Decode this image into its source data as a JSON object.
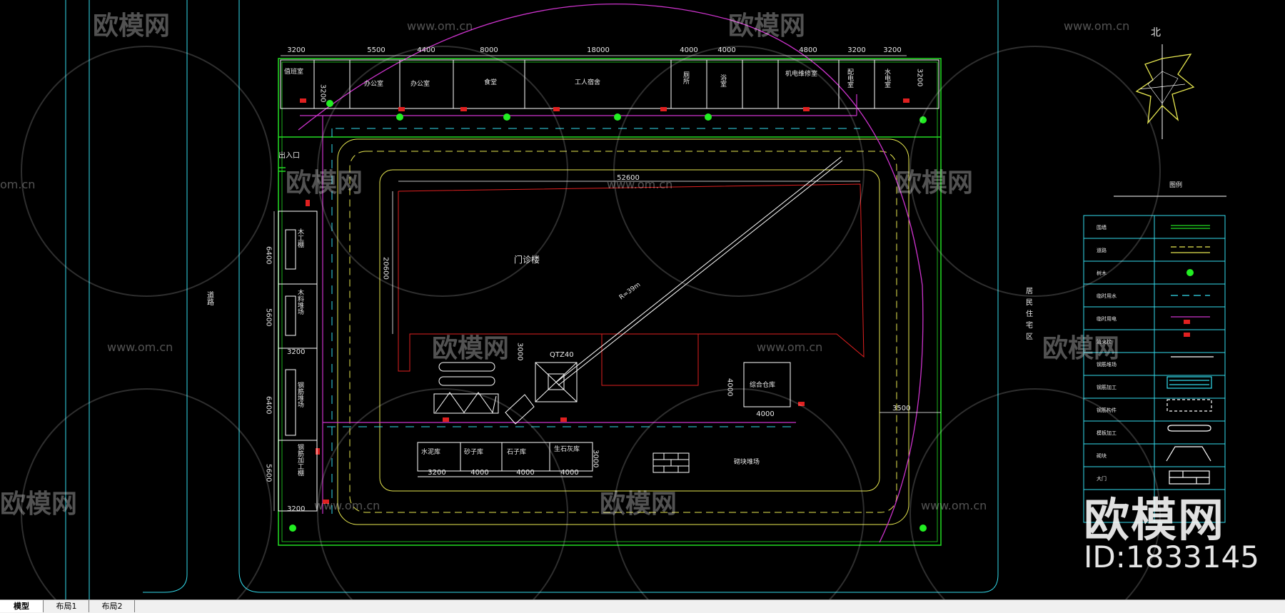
{
  "watermark": {
    "brand": "欧模网",
    "site": "www.om.cn",
    "site_short": "om.cn",
    "id_text": "ID:1833145"
  },
  "dims_top": [
    "3200",
    "5500",
    "4400",
    "8000",
    "18000",
    "4000",
    "4000",
    "4800",
    "3200",
    "3200"
  ],
  "dims_side": [
    "3200",
    "3200"
  ],
  "dims_left": [
    "6400",
    "5600",
    "6400",
    "5600"
  ],
  "dims_left_small": [
    "3200",
    "3200"
  ],
  "top_rooms": [
    "值班室",
    "办公室",
    "办公室",
    "食堂",
    "工人宿舍",
    "厕所",
    "浴室",
    "机电维修室",
    "配电室",
    "水电室"
  ],
  "gate_label": "出入口",
  "left_rooms": [
    "木工棚",
    "木料堆场",
    "钢筋堆场",
    "钢筋加工棚"
  ],
  "road_label": "道路",
  "residential_label": "居民住宅区",
  "building": {
    "label": "门诊楼",
    "width_dim": "52600",
    "height_dim": "20600"
  },
  "crane": {
    "label": "QTZ40",
    "radius": "R=39m",
    "dim": "3000"
  },
  "warehouse": {
    "label": "综合仓库",
    "dim_w": "4000",
    "dim_h": "4000"
  },
  "storerooms": [
    "水泥库",
    "砂子库",
    "石子库",
    "生石灰库"
  ],
  "store_dims": [
    "3200",
    "4000",
    "4000",
    "4000"
  ],
  "store_height": "3000",
  "masonry_label": "砌块堆场",
  "right_dim": "3500",
  "north_label": "北",
  "legend": {
    "title": "图例",
    "items": [
      "围墙",
      "道路",
      "树木",
      "临时用水",
      "临时用电",
      "消火栓",
      "钢筋堆场",
      "钢筋加工",
      "钢筋构件",
      "模板加工",
      "砌块",
      "大门"
    ]
  },
  "tabs": [
    "模型",
    "布局1",
    "布局2"
  ],
  "colors": {
    "white": "#ffffff",
    "green": "#22dd22",
    "yellow": "#e8e850",
    "cyan": "#33ddee",
    "magenta": "#cc33cc",
    "red": "#e02020",
    "tree": "#22ee22"
  }
}
